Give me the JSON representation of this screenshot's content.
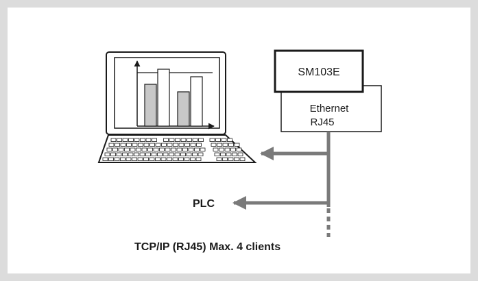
{
  "diagram": {
    "device_label": "SM103E",
    "module_label_line1": "Ethernet",
    "module_label_line2": "RJ45",
    "plc_label": "PLC",
    "network_label": "TCP/IP (RJ45) Max. 4 clients"
  },
  "colors": {
    "frame": "#dcdcdc",
    "connection_line": "#7a7a7a",
    "bar_fill": "#c8c8c8",
    "outline": "#1a1a1a"
  },
  "icons": [
    "computer-icon",
    "keyboard-icon",
    "bar-chart-icon"
  ]
}
